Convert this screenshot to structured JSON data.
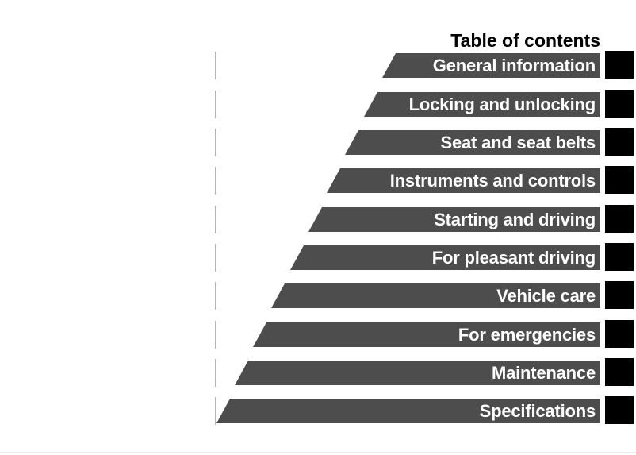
{
  "page_title": "Table of contents",
  "toc": {
    "items": [
      {
        "label": "General information"
      },
      {
        "label": "Locking and unlocking"
      },
      {
        "label": "Seat and seat belts"
      },
      {
        "label": "Instruments and controls"
      },
      {
        "label": "Starting and driving"
      },
      {
        "label": "For pleasant driving"
      },
      {
        "label": "Vehicle care"
      },
      {
        "label": "For emergencies"
      },
      {
        "label": "Maintenance"
      },
      {
        "label": "Specifications"
      }
    ]
  },
  "colors": {
    "bar_background": "#4d4d4d",
    "bar_text": "#ffffff",
    "tab_background": "#000000",
    "title_text": "#000000",
    "dash_line": "#b5b5b5",
    "bottom_rule": "#ececec"
  }
}
